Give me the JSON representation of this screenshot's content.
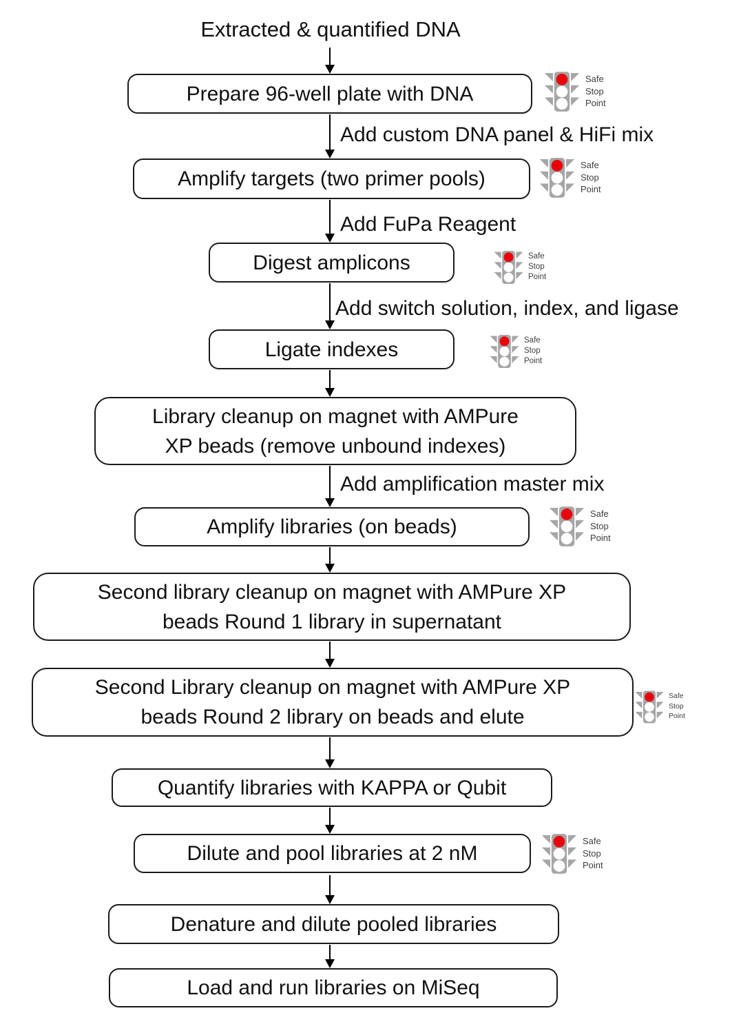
{
  "colors": {
    "box_border": "#1a1a1a",
    "text": "#111111",
    "light_red": "#e8000b",
    "light_gray": "#a6a6a6",
    "label_text": "#3d3d3d"
  },
  "start": {
    "label": "Extracted & quantified DNA"
  },
  "safe_stop": {
    "line1": "Safe",
    "line2": "Stop",
    "line3": "Point"
  },
  "boxes": [
    {
      "lines": [
        "Prepare 96-well plate with DNA"
      ]
    },
    {
      "lines": [
        "Amplify targets (two primer pools)"
      ]
    },
    {
      "lines": [
        "Digest amplicons"
      ]
    },
    {
      "lines": [
        "Ligate indexes"
      ]
    },
    {
      "lines": [
        "Library cleanup on magnet with AMPure",
        "XP beads (remove unbound indexes)"
      ]
    },
    {
      "lines": [
        "Amplify libraries (on beads)"
      ]
    },
    {
      "lines": [
        "Second library cleanup on magnet with AMPure XP",
        "beads Round 1 library in supernatant"
      ]
    },
    {
      "lines": [
        "Second Library cleanup on magnet with AMPure XP",
        "beads Round 2 library on beads and elute"
      ]
    },
    {
      "lines": [
        "Quantify libraries with KAPPA or Qubit"
      ]
    },
    {
      "lines": [
        "Dilute and pool libraries at 2 nM"
      ]
    },
    {
      "lines": [
        "Denature and dilute pooled libraries"
      ]
    },
    {
      "lines": [
        "Load and run libraries on MiSeq"
      ]
    }
  ],
  "edge_labels": {
    "to_amplify_targets": "Add custom DNA panel & HiFi mix",
    "to_digest": "Add FuPa Reagent",
    "to_ligate": "Add switch solution, index, and ligase",
    "to_amplify_libraries": "Add amplification master mix"
  }
}
